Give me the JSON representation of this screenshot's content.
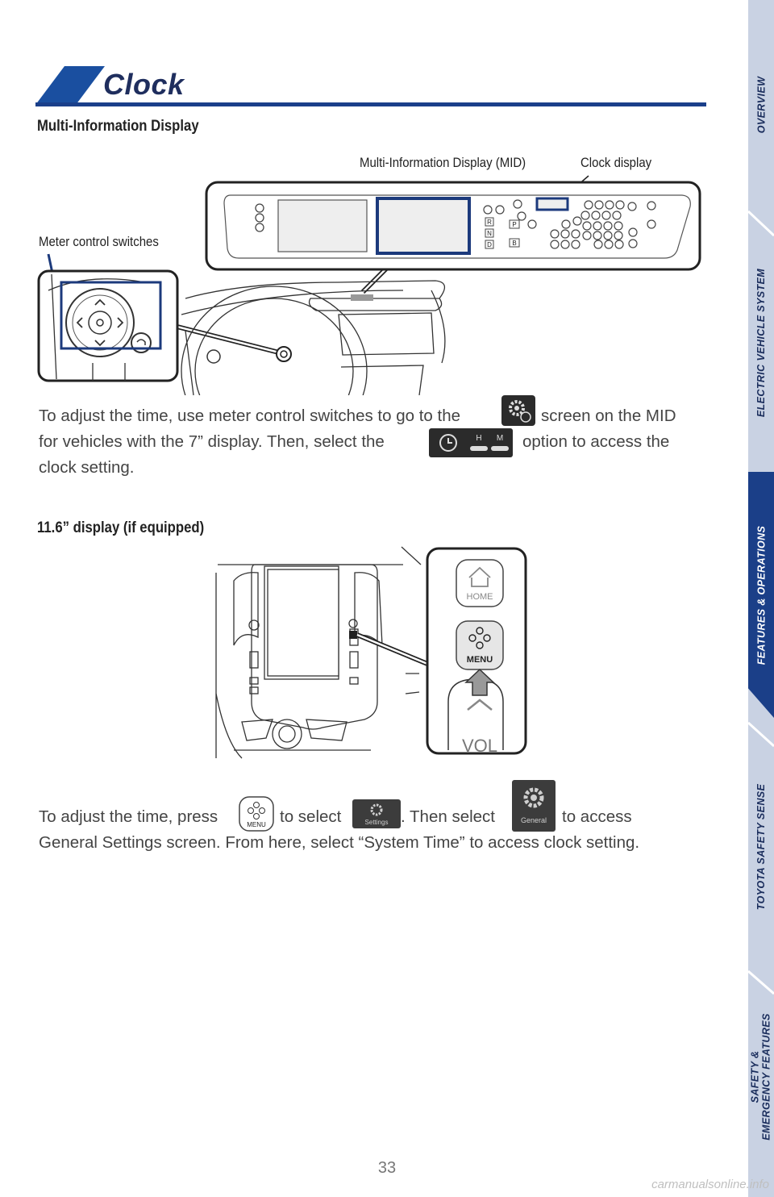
{
  "header": {
    "title": "Clock"
  },
  "sections": {
    "mid": {
      "title": "Multi-Information Display"
    },
    "display116": {
      "title": "11.6” display (if equipped)"
    }
  },
  "callouts": {
    "mid_label": "Multi-Information Display (MID)",
    "clock_display": "Clock display",
    "meter_switches": "Meter control switches"
  },
  "text": {
    "p1_line1a": "To adjust the time, use meter control switches to go to the",
    "p1_line1b": "screen on the MID",
    "p1_line2a": "for vehicles with the 7” display. Then, select the",
    "p1_line2b": "option to access the",
    "p1_line3": "clock setting.",
    "p2_line1a": "To adjust the time, press",
    "p2_line1b": "to select",
    "p2_line1c": ". Then select",
    "p2_line1d": "to access",
    "p2_line2": "General Settings screen. From here, select “System Time” to access clock setting."
  },
  "icons": {
    "home_label": "HOME",
    "menu_label": "MENU",
    "vol_label": "VOL",
    "settings_label": "Settings",
    "general_label": "General",
    "clock_h": "H",
    "clock_m": "M",
    "gear_R": "R",
    "gear_N": "N",
    "gear_D": "D",
    "gear_P": "P",
    "gear_B": "B"
  },
  "sidebar": {
    "tabs": [
      {
        "label": "OVERVIEW"
      },
      {
        "label": "ELECTRIC VEHICLE SYSTEM"
      },
      {
        "label": "FEATURES & OPERATIONS",
        "active": true
      },
      {
        "label": "TOYOTA SAFETY SENSE"
      },
      {
        "label": "SAFETY &",
        "label2": "EMERGENCY FEATURES"
      }
    ]
  },
  "footer": {
    "page_number": "33",
    "watermark": "carmanualsonline.info"
  },
  "colors": {
    "brand_blue": "#1a4fa0",
    "sidebar": "#c9d2e3",
    "active_tab": "#1b3f88"
  }
}
